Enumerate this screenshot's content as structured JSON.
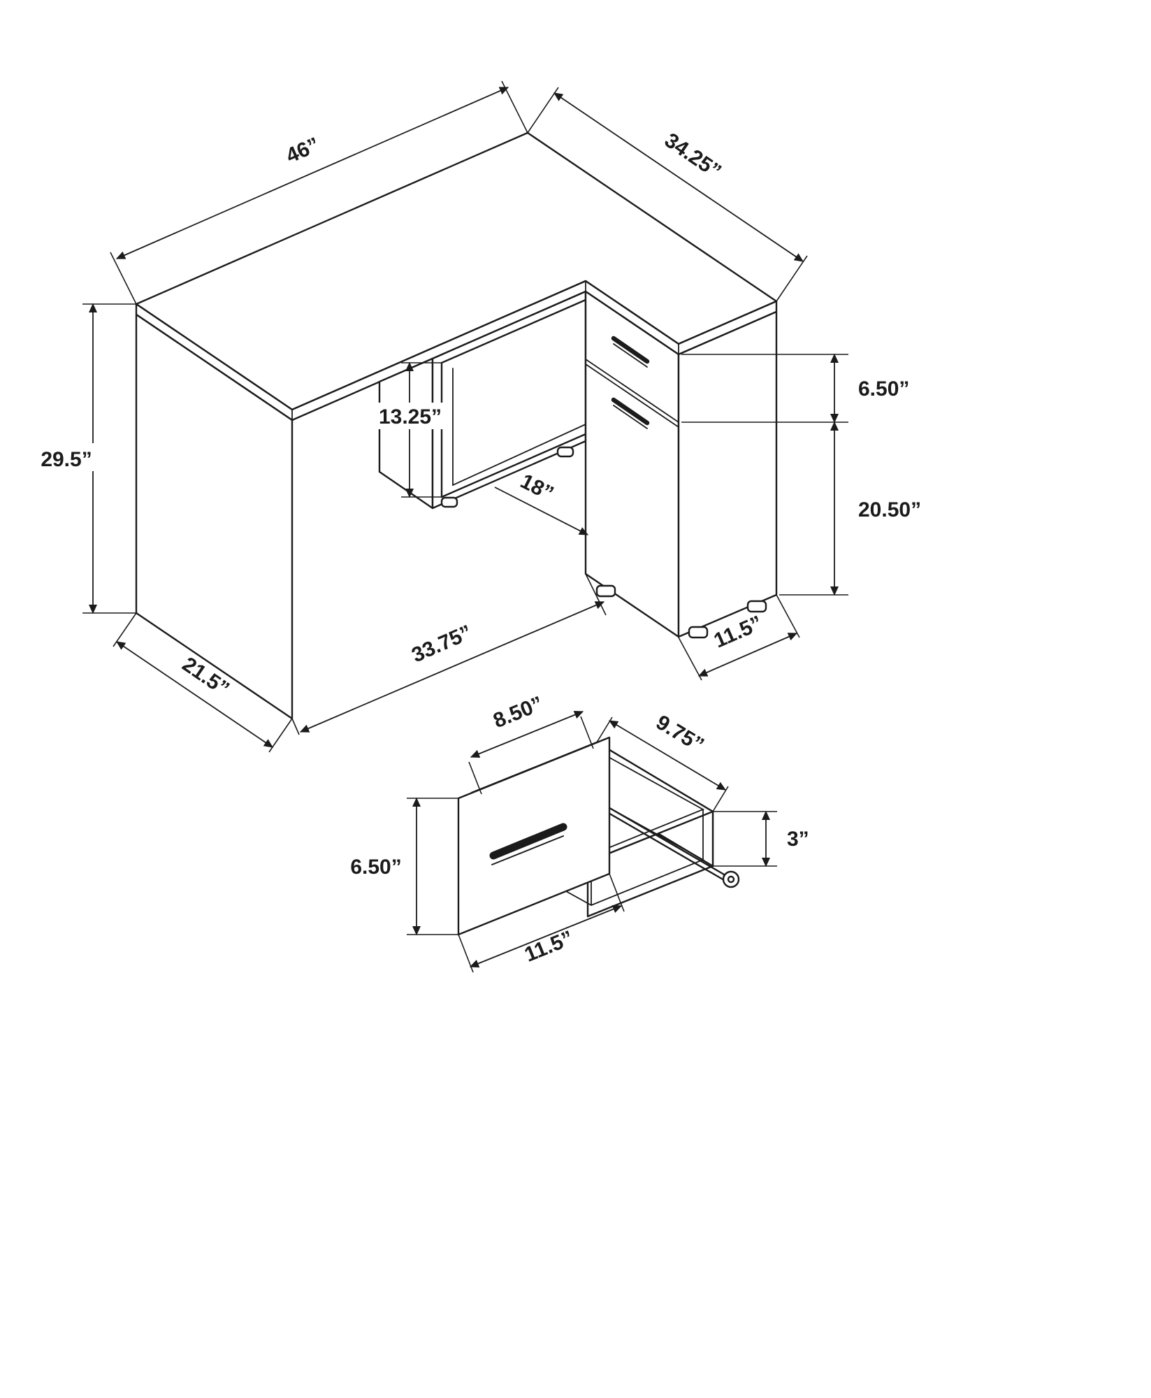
{
  "style": {
    "background": "#ffffff",
    "line_color": "#1b1b1b"
  },
  "desk_view": {
    "labels": {
      "desktop_length": "46”",
      "return_depth": "34.25”",
      "desk_height": "29.5”",
      "side_panel_depth": "21.5”",
      "front_width": "33.75”",
      "shelf_opening_height": "13.25”",
      "shelf_width": "18”",
      "drawer_front_height": "6.50”",
      "door_height": "20.50”",
      "cabinet_width": "11.5”"
    }
  },
  "drawer_view": {
    "labels": {
      "inner_width": "8.50”",
      "inner_depth": "9.75”",
      "front_height": "6.50”",
      "rail_height": "3”",
      "front_width": "11.5”"
    }
  }
}
